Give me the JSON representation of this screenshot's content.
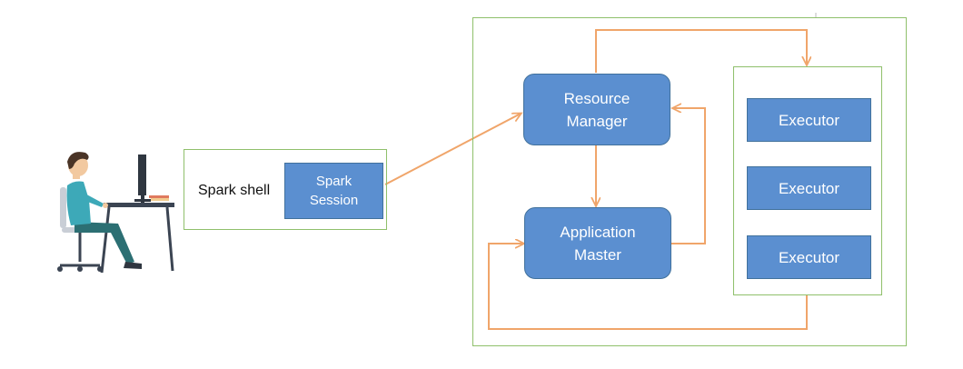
{
  "diagram": {
    "client_box": {
      "label": "Spark shell",
      "session_line1": "Spark",
      "session_line2": "Session"
    },
    "resource_manager": {
      "line1": "Resource",
      "line2": "Manager"
    },
    "application_master": {
      "line1": "Application",
      "line2": "Master"
    },
    "executors": [
      "Executor",
      "Executor",
      "Executor"
    ]
  },
  "colors": {
    "box_border": "#8fc06b",
    "node_fill": "#5b8fd0",
    "node_border": "#41719c",
    "arrow": "#f0a56a"
  },
  "icons": [
    "user-at-computer-icon"
  ]
}
